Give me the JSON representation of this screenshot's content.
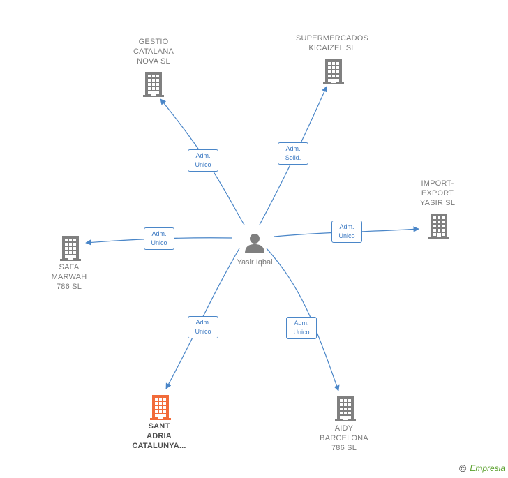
{
  "center": {
    "name": "Yasir Iqbal"
  },
  "nodes": [
    {
      "id": "gestio",
      "label": "GESTIO\nCATALANA\nNOVA  SL",
      "role": "Adm.\nUnico",
      "highlight": false
    },
    {
      "id": "supermercados",
      "label": "SUPERMERCADOS\nKICAIZEL  SL",
      "role": "Adm.\nSolid.",
      "highlight": false
    },
    {
      "id": "import",
      "label": "IMPORT-\nEXPORT\nYASIR  SL",
      "role": "Adm.\nUnico",
      "highlight": false
    },
    {
      "id": "safa",
      "label": "SAFA\nMARWAH\n786  SL",
      "role": "Adm.\nUnico",
      "highlight": false
    },
    {
      "id": "sant",
      "label": "SANT\nADRIA\nCATALUNYA...",
      "role": "Adm.\nUnico",
      "highlight": true
    },
    {
      "id": "aidy",
      "label": "AIDY\nBARCELONA\n786  SL",
      "role": "Adm.\nUnico",
      "highlight": false
    }
  ],
  "colors": {
    "edge": "#4a86c8",
    "building": "#808080",
    "building_highlight": "#f26b3a",
    "person": "#7f7f7f"
  },
  "footer": {
    "copyright": "©",
    "brand": "Empresia"
  }
}
